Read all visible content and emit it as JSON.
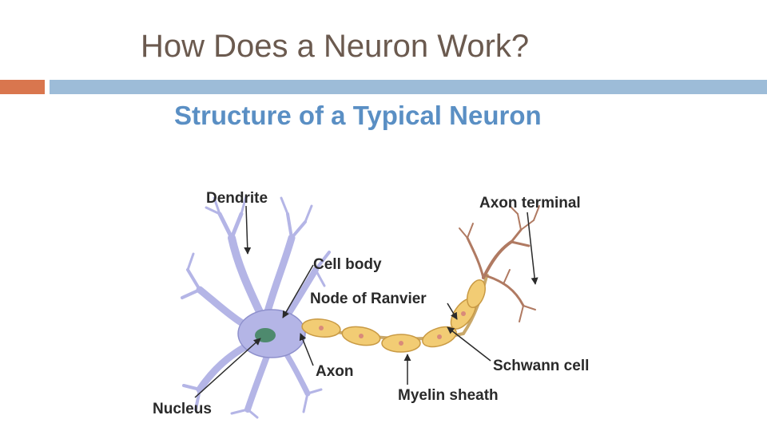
{
  "slide": {
    "title": "How Does a Neuron Work?"
  },
  "diagram": {
    "title": "Structure of a Typical Neuron",
    "labels": {
      "dendrite": "Dendrite",
      "axon_terminal": "Axon terminal",
      "cell_body": "Cell body",
      "node_of_ranvier": "Node of Ranvier",
      "axon": "Axon",
      "schwann_cell": "Schwann cell",
      "nucleus": "Nucleus",
      "myelin_sheath": "Myelin sheath"
    }
  },
  "colors": {
    "title_text": "#6b5a4f",
    "accent_orange": "#d9764e",
    "accent_blue": "#9dbcd8",
    "diagram_title": "#5a8fc4",
    "neuron_body": "#b4b5e6",
    "nucleus": "#4e8a6e",
    "myelin": "#f2cc74",
    "terminal": "#b07a62"
  }
}
